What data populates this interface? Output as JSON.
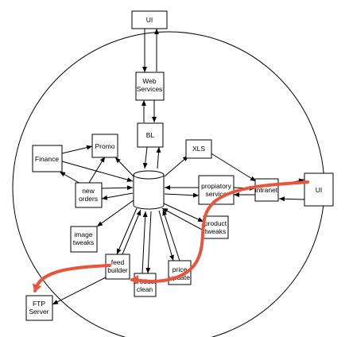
{
  "diagram": {
    "nodes": {
      "ui_top": {
        "label": "UI"
      },
      "web_services": {
        "label": [
          "Web",
          "Services"
        ]
      },
      "bl": {
        "label": "BL"
      },
      "promo": {
        "label": "Promo"
      },
      "finance": {
        "label": "Finance"
      },
      "new_orders": {
        "label": [
          "new",
          "orders"
        ]
      },
      "xls": {
        "label": "XLS"
      },
      "propiatory_service": {
        "label": [
          "propiatory",
          "service"
        ]
      },
      "intranet": {
        "label": "intranet"
      },
      "ui_right": {
        "label": "UI"
      },
      "product_tweaks": {
        "label": [
          "product",
          "tweaks"
        ]
      },
      "image_tweaks": {
        "label": [
          "image",
          "tweaks"
        ]
      },
      "feed_builder": {
        "label": [
          "feed",
          "builder"
        ]
      },
      "product_clean": {
        "label": [
          "product",
          "clean"
        ]
      },
      "price_update": {
        "label": [
          "price",
          "update"
        ]
      },
      "ftp_server": {
        "label": [
          "FTP",
          "Server"
        ]
      }
    },
    "colors": {
      "line": "#000000",
      "highlight_path": "#e8553c"
    }
  }
}
